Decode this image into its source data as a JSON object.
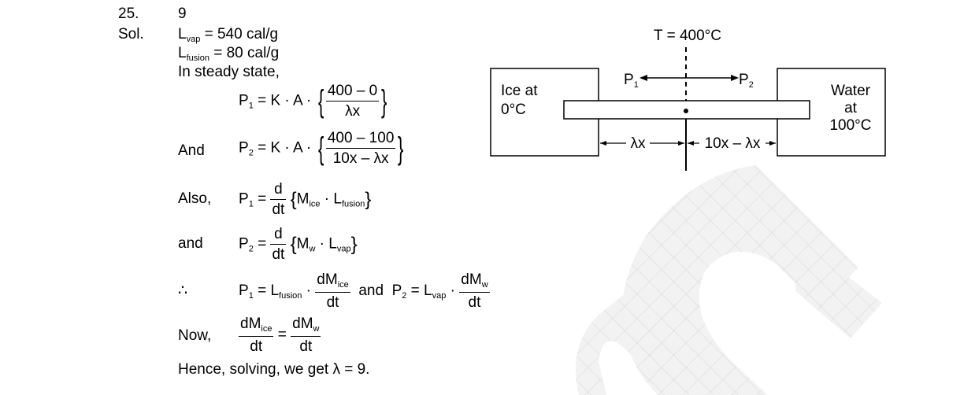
{
  "question": {
    "number": "25.",
    "answer": "9"
  },
  "solution": {
    "label": "Sol.",
    "lvap": {
      "sym": "L",
      "sub": "vap",
      "value": "= 540 cal/g"
    },
    "lfusion": {
      "sym": "L",
      "sub": "fusion",
      "value": "= 80 cal/g"
    },
    "steady": "In steady state,",
    "and_label": "And",
    "also_label": "Also,",
    "and2_label": "and",
    "therefore": "∴",
    "now_label": "Now,",
    "and_word": "and",
    "conclusion": "Hence, solving, we get λ = 9.",
    "p1": "P",
    "p1_sub": "1",
    "p2": "P",
    "p2_sub": "2",
    "kA": "= K · A ·",
    "eq1_num": "400 – 0",
    "eq1_den": "λx",
    "eq2_num": "400 – 100",
    "eq2_den": "10x – λx",
    "d": "d",
    "dt": "dt",
    "m_ice": "M",
    "ice_sub": "ice",
    "m_w": "M",
    "w_sub": "w",
    "l_fusion_sub": "fusion",
    "l_vap_sub": "vap",
    "dm": "dM"
  },
  "diagram": {
    "temp_label": "T = 400°C",
    "left_box": [
      "Ice at",
      "0°C"
    ],
    "right_box": [
      "Water",
      "at",
      "100°C"
    ],
    "p1_label": "P",
    "p1_sub": "1",
    "p2_label": "P",
    "p2_sub": "2",
    "lx_label": "λx",
    "rest_label": "10x – λx"
  }
}
